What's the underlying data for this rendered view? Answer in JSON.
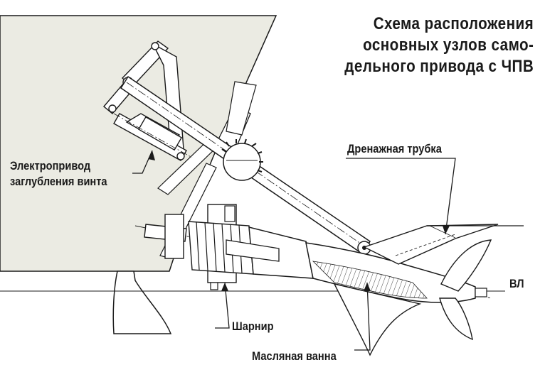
{
  "title": {
    "line1": "Схема расположения",
    "line2": "основных узлов само-",
    "line3": "дельного привода с ЧПВ"
  },
  "labels": {
    "electric_drive_line1": "Электропривод",
    "electric_drive_line2": "заглубления винта",
    "drain_tube": "Дренажная трубка",
    "waterline": "ВЛ",
    "hinge": "Шарнир",
    "oil_bath": "Масляная ванна"
  },
  "colors": {
    "hull_fill": "#ebebe3",
    "line": "#1a1a1a",
    "background": "#ffffff"
  }
}
